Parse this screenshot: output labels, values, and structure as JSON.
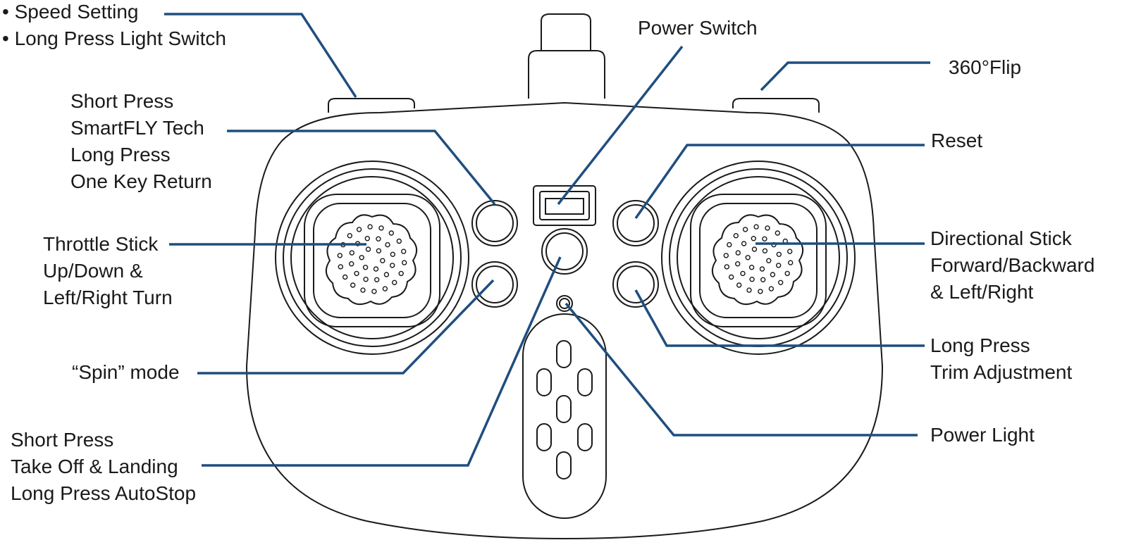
{
  "colors": {
    "outline": "#1a1a1a",
    "leader": "#1f4e7f",
    "background": "#ffffff"
  },
  "labels": {
    "speed_setting": [
      "• Speed Setting",
      "• Long Press Light Switch"
    ],
    "smartfly": [
      "Short Press",
      "SmartFLY Tech",
      "Long Press",
      "One Key Return"
    ],
    "throttle": [
      "Throttle Stick",
      "Up/Down &",
      "Left/Right Turn"
    ],
    "spin": [
      "“Spin” mode"
    ],
    "takeoff": [
      "Short Press",
      "Take Off & Landing",
      "Long Press AutoStop"
    ],
    "power_switch": [
      "Power Switch"
    ],
    "flip": [
      "360°Flip"
    ],
    "reset": [
      "Reset"
    ],
    "directional": [
      "Directional Stick",
      "Forward/Backward",
      "& Left/Right"
    ],
    "trim": [
      "Long Press",
      "Trim Adjustment"
    ],
    "power_light": [
      "Power Light"
    ]
  }
}
